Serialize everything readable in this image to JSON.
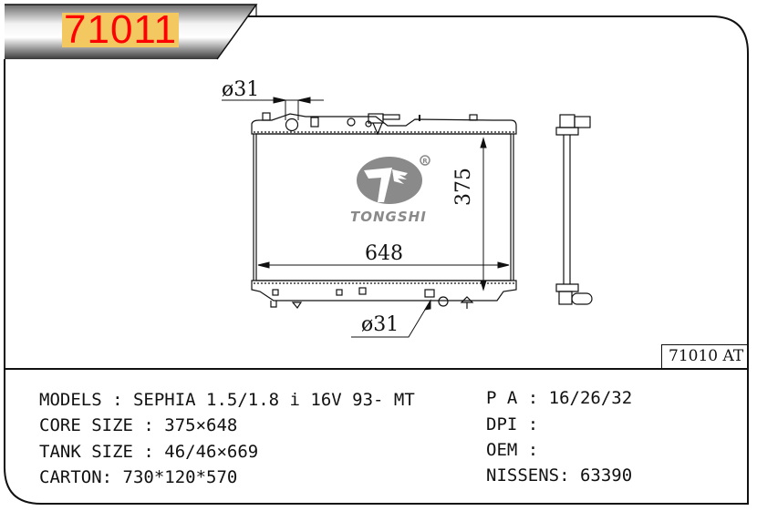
{
  "header": {
    "part_number": "71011",
    "title_highlight_color": "#f4c860",
    "title_text_color": "#ff0000"
  },
  "drawing": {
    "inlet_diameter_label": "ø31",
    "outlet_diameter_label": "ø31",
    "core_height_label": "375",
    "core_width_label": "648",
    "logo": {
      "brand": "TONGSHI",
      "registered_mark": "®",
      "color": "#8a8a8a"
    },
    "reference_label": "71010 AT"
  },
  "specs": {
    "left": [
      {
        "label": "MODELS : ",
        "value": "SEPHIA 1.5/1.8 i 16V 93- MT"
      },
      {
        "label": "CORE SIZE : ",
        "value": "375×648"
      },
      {
        "label": "TANK SIZE : ",
        "value": "46/46×669"
      },
      {
        "label": "CARTON: ",
        "value": "730*120*570"
      }
    ],
    "right": [
      {
        "label": "P A : ",
        "value": "16/26/32"
      },
      {
        "label": "DPI : ",
        "value": ""
      },
      {
        "label": "OEM : ",
        "value": ""
      },
      {
        "label": "NISSENS: ",
        "value": "63390"
      }
    ]
  }
}
